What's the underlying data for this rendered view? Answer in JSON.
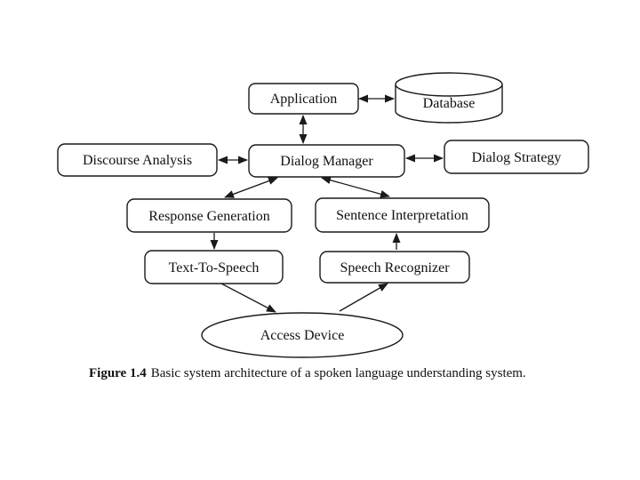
{
  "page": {
    "background": "#ffffff",
    "caption": {
      "label": "Figure 1.4",
      "text": "Basic system architecture of a spoken language understanding system."
    }
  },
  "diagram": {
    "type": "architecture-flow-diagram",
    "colors": {
      "node_fill": "#ffffff",
      "stroke": "#1a1a1a",
      "text": "#111111"
    },
    "nodes": [
      {
        "id": "application",
        "label": "Application",
        "shape": "rounded-rect"
      },
      {
        "id": "database",
        "label": "Database",
        "shape": "cylinder"
      },
      {
        "id": "discourse-analysis",
        "label": "Discourse Analysis",
        "shape": "rounded-rect"
      },
      {
        "id": "dialog-manager",
        "label": "Dialog Manager",
        "shape": "rounded-rect"
      },
      {
        "id": "dialog-strategy",
        "label": "Dialog Strategy",
        "shape": "rounded-rect"
      },
      {
        "id": "response-generation",
        "label": "Response Generation",
        "shape": "rounded-rect"
      },
      {
        "id": "sentence-interpretation",
        "label": "Sentence Interpretation",
        "shape": "rounded-rect"
      },
      {
        "id": "text-to-speech",
        "label": "Text-To-Speech",
        "shape": "rounded-rect"
      },
      {
        "id": "speech-recognizer",
        "label": "Speech Recognizer",
        "shape": "rounded-rect"
      },
      {
        "id": "access-device",
        "label": "Access Device",
        "shape": "ellipse"
      }
    ],
    "edges": [
      {
        "from": "application",
        "to": "database",
        "direction": "bidirectional"
      },
      {
        "from": "application",
        "to": "dialog-manager",
        "direction": "bidirectional"
      },
      {
        "from": "discourse-analysis",
        "to": "dialog-manager",
        "direction": "bidirectional"
      },
      {
        "from": "dialog-manager",
        "to": "dialog-strategy",
        "direction": "bidirectional"
      },
      {
        "from": "dialog-manager",
        "to": "response-generation",
        "direction": "bidirectional"
      },
      {
        "from": "dialog-manager",
        "to": "sentence-interpretation",
        "direction": "bidirectional"
      },
      {
        "from": "response-generation",
        "to": "text-to-speech",
        "direction": "forward"
      },
      {
        "from": "speech-recognizer",
        "to": "sentence-interpretation",
        "direction": "forward"
      },
      {
        "from": "text-to-speech",
        "to": "access-device",
        "direction": "forward"
      },
      {
        "from": "access-device",
        "to": "speech-recognizer",
        "direction": "forward"
      }
    ]
  }
}
